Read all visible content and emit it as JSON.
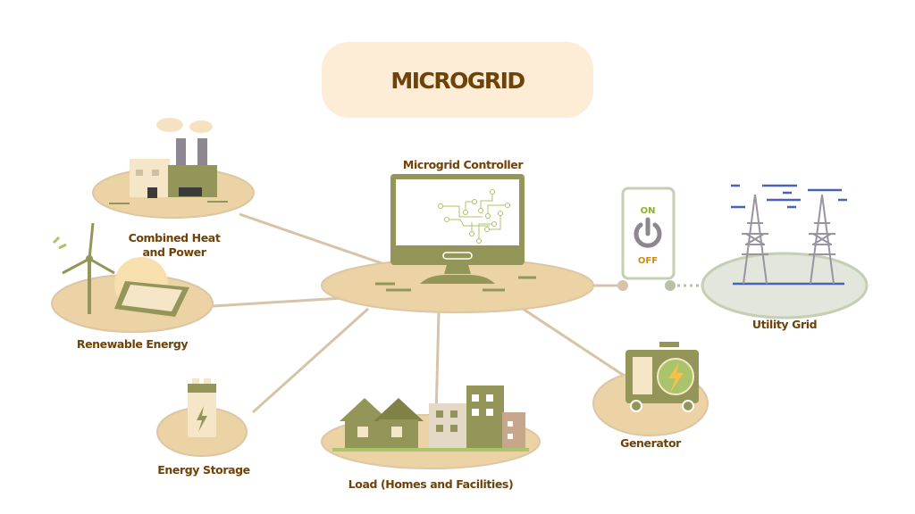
{
  "title": "MICROGRID",
  "nodes": {
    "controller": "Microgrid Controller",
    "chp_line1": "Combined Heat",
    "chp_line2": "and Power",
    "renewable": "Renewable Energy",
    "storage": "Energy Storage",
    "load": "Load (Homes and Facilities)",
    "generator": "Generator",
    "utility": "Utility Grid"
  },
  "switch": {
    "on": "ON",
    "off": "OFF"
  },
  "colors": {
    "title_bg": "#fdedd6",
    "text": "#6e4208",
    "platform": "#ecd3a5",
    "platform_stroke": "#dcc6a4",
    "olive": "#949659",
    "connector": "#d6c4a8",
    "utility_bg": "#e2e6dc",
    "utility_stroke": "#c4cfb4",
    "tower": "#9a94a0",
    "wire": "#4a62b5",
    "on": "#8fb030",
    "off": "#d08a12"
  }
}
